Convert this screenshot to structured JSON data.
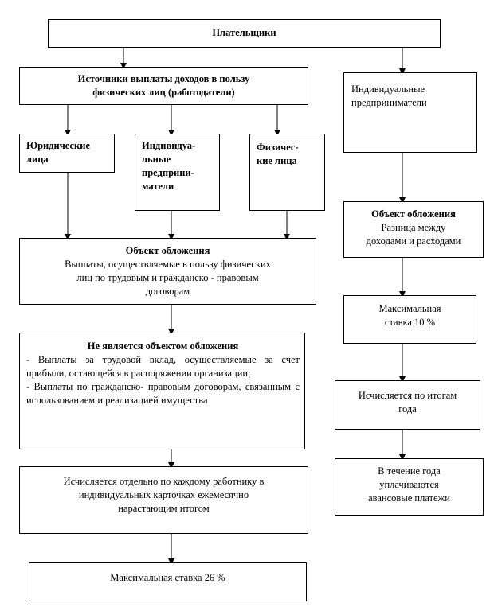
{
  "payers": {
    "title": "Плательщики"
  },
  "left_branch": {
    "sources": {
      "lines": [
        "Источники выплаты доходов в пользу",
        "физических лиц (работодатели)"
      ]
    },
    "legal_entities": {
      "lines": [
        "Юридические",
        "лица"
      ]
    },
    "individual_entrepreneurs": {
      "lines": [
        "Индивидуа-",
        "льные",
        "предприни-",
        "матели"
      ]
    },
    "natural_persons": {
      "lines": [
        "Физичес-",
        "кие лица"
      ]
    },
    "taxation_object": {
      "heading": "Объект обложения",
      "lines": [
        "Выплаты, осуществляемые в пользу физических",
        "лиц по трудовым и гражданско - правовым",
        "договорам"
      ]
    },
    "not_taxation_object": {
      "heading": "Не является объектом обложения",
      "item1": "- Выплаты за трудовой вклад, осуществляемые за счет прибыли, остающейся в распоряжении организации;",
      "item2": "- Выплаты по гражданско- правовым договорам, связанным с использованием и реализацией имущества"
    },
    "calculation": {
      "lines": [
        "Исчисляется отдельно по каждому работнику в",
        "индивидуальных карточках ежемесячно",
        "нарастающим итогом"
      ]
    },
    "max_rate": {
      "text": "Максимальная ставка 26 %"
    }
  },
  "right_branch": {
    "entrepreneurs": {
      "lines": [
        "Индивидуальные",
        "предприниматели"
      ]
    },
    "taxation_object": {
      "heading": "Объект обложения",
      "lines": [
        "Разница между",
        "доходами и расходами"
      ]
    },
    "max_rate": {
      "lines": [
        "Максимальная",
        "ставка 10 %"
      ]
    },
    "calculation": {
      "lines": [
        "Исчисляется по итогам",
        "года"
      ]
    },
    "advance": {
      "lines": [
        "В течение года",
        "уплачиваются",
        "авансовые платежи"
      ]
    }
  }
}
